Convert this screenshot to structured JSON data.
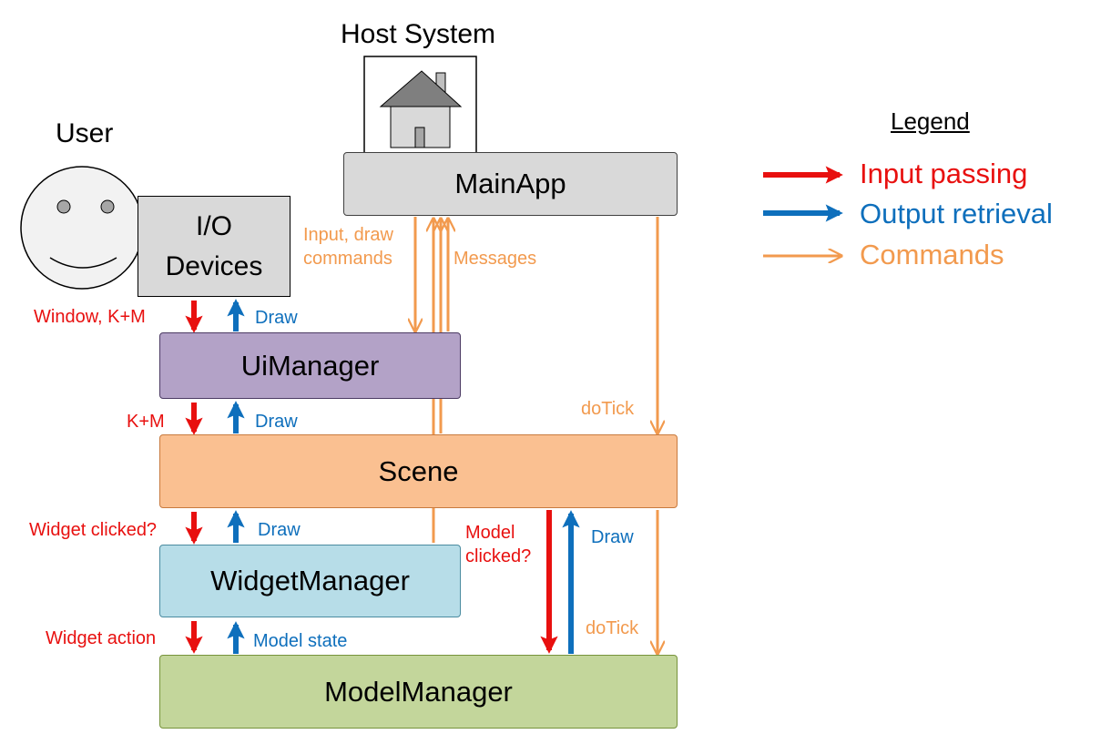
{
  "titles": {
    "host_system": "Host System",
    "user": "User"
  },
  "boxes": {
    "io_devices": "I/O\nDevices",
    "mainapp": "MainApp",
    "uimanager": "UiManager",
    "scene": "Scene",
    "widgetmanager": "WidgetManager",
    "modelmanager": "ModelManager"
  },
  "labels": {
    "window_km": "Window, K+M",
    "draw_ui": "Draw",
    "km": "K+M",
    "draw_scene": "Draw",
    "widget_clicked": "Widget clicked?",
    "draw_widget": "Draw",
    "widget_action": "Widget action",
    "model_state": "Model state",
    "input_draw_commands": "Input, draw\ncommands",
    "messages": "Messages",
    "dotick_scene": "doTick",
    "model_clicked": "Model\nclicked?",
    "draw_model": "Draw",
    "dotick_model": "doTick"
  },
  "legend": {
    "title": "Legend",
    "items": [
      {
        "label": "Input passing",
        "color": "#e8100f"
      },
      {
        "label": "Output retrieval",
        "color": "#0e6fbc"
      },
      {
        "label": "Commands",
        "color": "#f29a4e"
      }
    ]
  },
  "colors": {
    "input": "#e8100f",
    "output": "#0e6fbc",
    "command": "#f29a4e",
    "mainapp_fill": "#d9d9d9",
    "uimanager_fill": "#b3a2c7",
    "scene_fill": "#fac091",
    "widgetmanager_fill": "#b7dde8",
    "modelmanager_fill": "#c3d69b",
    "io_fill": "#d9d9d9",
    "face_fill": "#f2f2f2"
  },
  "icons": {
    "host": "house-icon",
    "user": "smiley-face-icon"
  }
}
